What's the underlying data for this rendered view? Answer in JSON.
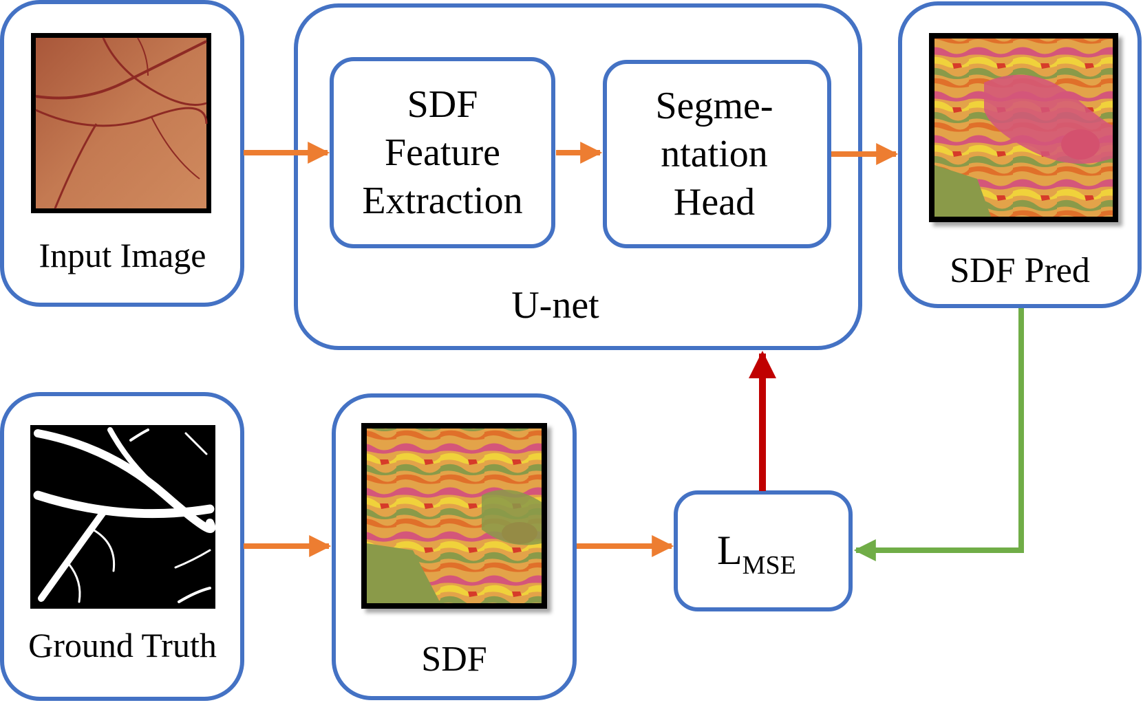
{
  "colors": {
    "box_border": "#4472c4",
    "arrow_orange": "#ed7d31",
    "arrow_red": "#c00000",
    "arrow_green": "#70ad47",
    "image_frame": "#000000"
  },
  "nodes": {
    "input_image": {
      "label": "Input Image"
    },
    "unet": {
      "label": "U-net"
    },
    "sdf_feature_extraction": {
      "line1": "SDF",
      "line2": "Feature",
      "line3": "Extraction"
    },
    "segmentation_head": {
      "line1": "Segme-",
      "line2": "ntation",
      "line3": "Head"
    },
    "sdf_pred": {
      "label": "SDF Pred"
    },
    "ground_truth": {
      "label": "Ground Truth"
    },
    "sdf": {
      "label": "SDF"
    },
    "loss": {
      "main": "L",
      "subscript": "MSE"
    }
  },
  "edges": [
    {
      "from": "input_image",
      "to": "sdf_feature_extraction",
      "color": "orange"
    },
    {
      "from": "sdf_feature_extraction",
      "to": "segmentation_head",
      "color": "orange"
    },
    {
      "from": "segmentation_head",
      "to": "sdf_pred",
      "color": "orange"
    },
    {
      "from": "ground_truth",
      "to": "sdf",
      "color": "orange"
    },
    {
      "from": "sdf",
      "to": "loss",
      "color": "orange"
    },
    {
      "from": "sdf_pred",
      "to": "loss",
      "color": "green"
    },
    {
      "from": "loss",
      "to": "unet",
      "color": "red"
    }
  ],
  "icons": {
    "input_image": "retina-fundus-image-icon",
    "ground_truth": "vessel-mask-image-icon",
    "sdf": "sdf-map-image-icon",
    "sdf_pred": "sdf-prediction-map-image-icon"
  }
}
